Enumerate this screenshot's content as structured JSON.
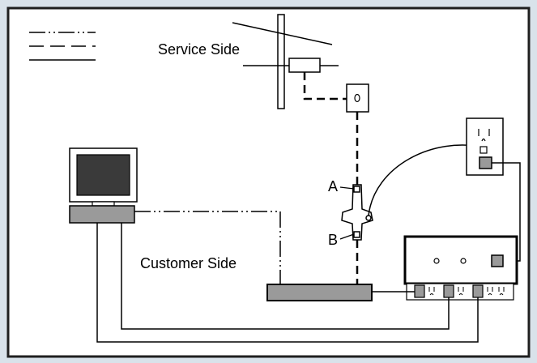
{
  "diagram": {
    "labels": {
      "service_side": "Service Side",
      "customer_side": "Customer Side",
      "point_a": "A",
      "point_b": "B"
    },
    "legend": {
      "line_styles": [
        "dash-dot-dot",
        "dashed",
        "solid"
      ]
    },
    "colors": {
      "frame_border": "#1f1f1f",
      "panel_background": "#ffffff",
      "outer_background": "#d9e2ea",
      "device_gray": "#9a9a9a",
      "screen_dark": "#3a3a3a"
    }
  }
}
